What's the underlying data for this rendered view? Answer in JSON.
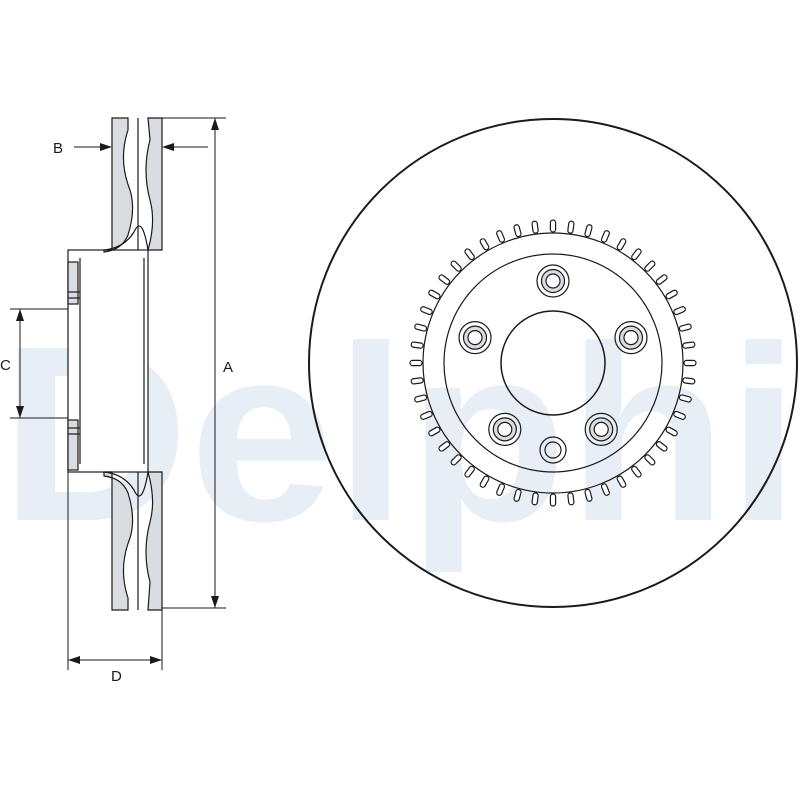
{
  "watermark": {
    "text": "Delphi",
    "color": "#e8eef5"
  },
  "labels": {
    "a": "A",
    "b": "B",
    "c": "C",
    "d": "D"
  },
  "colors": {
    "line": "#1a1a1a",
    "section_fill": "#d9dce1"
  },
  "front_view": {
    "stud_holes": 5,
    "tone_ring_teeth": 48
  }
}
